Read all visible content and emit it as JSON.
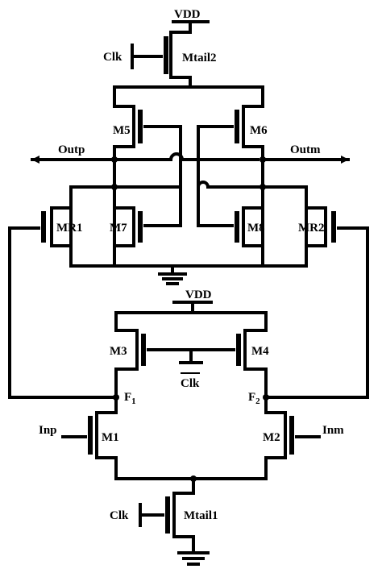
{
  "labels": {
    "vdd_top": "VDD",
    "clk_top": "Clk",
    "mtail2": "Mtail2",
    "m5": "M5",
    "m6": "M6",
    "outp": "Outp",
    "outm": "Outm",
    "mr1": "MR1",
    "m7": "M7",
    "m8": "M8",
    "mr2": "MR2",
    "vdd_mid": "VDD",
    "m3": "M3",
    "m4": "M4",
    "clk_bar": "Clk",
    "f1": "F",
    "f1_sub": "1",
    "f2": "F",
    "f2_sub": "2",
    "inp": "Inp",
    "m1": "M1",
    "m2": "M2",
    "inm": "Inm",
    "clk_bottom": "Clk",
    "mtail1": "Mtail1"
  }
}
